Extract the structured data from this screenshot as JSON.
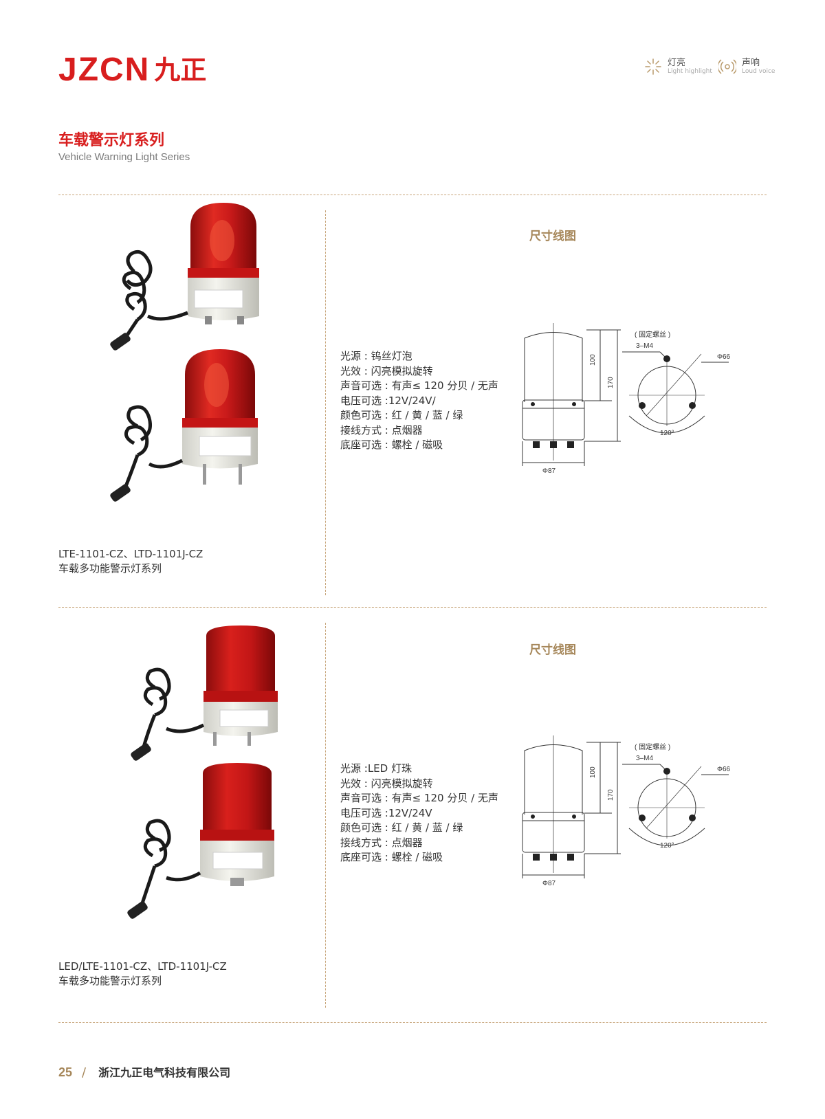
{
  "brand": {
    "logo_latin": "JZCN",
    "logo_cn": "九正"
  },
  "features": [
    {
      "icon": "light-icon",
      "cn": "灯亮",
      "en": "Light highlight"
    },
    {
      "icon": "sound-icon",
      "cn": "声响",
      "en": "Loud voice"
    }
  ],
  "series": {
    "cn": "车载警示灯系列",
    "en": "Vehicle Warning Light Series"
  },
  "products": [
    {
      "model": "LTE-1101-CZ、LTD-1101J-CZ",
      "name": "车载多功能警示灯系列",
      "dimension_title": "尺寸线图",
      "specs": [
        "光源 : 钨丝灯泡",
        "光效 : 闪亮模拟旋转",
        "声音可选 : 有声≤ 120 分贝 / 无声",
        "电压可选 :12V/24V/",
        "颜色可选 : 红 / 黄 / 蓝 / 绿",
        "接线方式 : 点烟器",
        "底座可选 : 螺栓 / 磁吸"
      ],
      "dims": {
        "h1": "100",
        "h2": "170",
        "d": "Φ87",
        "note": "( 固定螺丝 )",
        "screw": "3–M4",
        "pcd": "Φ66",
        "angle": "120°"
      }
    },
    {
      "model": "LED/LTE-1101-CZ、LTD-1101J-CZ",
      "name": "车载多功能警示灯系列",
      "dimension_title": "尺寸线图",
      "specs": [
        "光源 :LED 灯珠",
        "光效 : 闪亮模拟旋转",
        "声音可选 : 有声≤ 120 分贝 / 无声",
        "电压可选 :12V/24V",
        "颜色可选 : 红 / 黄 / 蓝 / 绿",
        "接线方式 : 点烟器",
        "底座可选 : 螺栓 / 磁吸"
      ],
      "dims": {
        "h1": "100",
        "h2": "170",
        "d": "Φ87",
        "note": "( 固定螺丝 )",
        "screw": "3–M4",
        "pcd": "Φ66",
        "angle": "120°"
      }
    }
  ],
  "footer": {
    "page": "25",
    "slash": "/",
    "company": "浙江九正电气科技有限公司"
  },
  "colors": {
    "brand_red": "#d81e1e",
    "accent_gold": "#a6875a",
    "divider": "#c7a57a"
  }
}
